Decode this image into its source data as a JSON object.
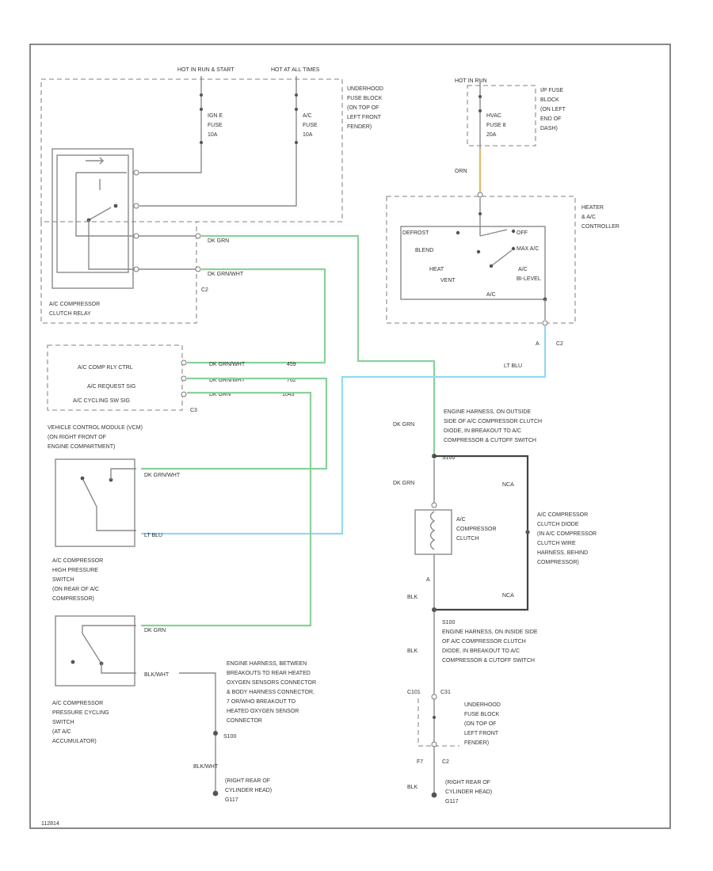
{
  "diagram": {
    "power": {
      "hot_run_start": "HOT IN RUN & START",
      "hot_at_all_times": "HOT AT ALL TIMES",
      "hot_in_run": "HOT IN RUN",
      "ignition_fuse_line1": "IGN E",
      "ignition_fuse_line2": "FUSE",
      "ignition_fuse_rating": "10A",
      "ac_fuse_line1": "A/C",
      "ac_fuse_line2": "FUSE",
      "ac_fuse_rating": "10A",
      "hvac_fuse_line1": "HVAC",
      "hvac_fuse_line2": "FUSE 8",
      "hvac_fuse_rating": "20A"
    },
    "underhood_block_top": [
      "UNDERHOOD",
      "FUSE BLOCK",
      "(ON TOP OF",
      "LEFT FRONT",
      "FENDER)"
    ],
    "ip_fuse_block": [
      "I/P FUSE",
      "BLOCK",
      "(ON LEFT",
      "END OF",
      "DASH)"
    ],
    "heater_controller": {
      "label": [
        "HEATER",
        "& A/C",
        "CONTROLLER"
      ],
      "defrost": "DEFROST",
      "blend": "BLEND",
      "heat": "HEAT",
      "vent": "VENT",
      "off": "OFF",
      "max_ac": "MAX A/C",
      "ac_bi_level": "A/C",
      "bi_level": "BI-LEVEL",
      "ac": "A/C",
      "connector": "C2",
      "pin": "A"
    },
    "relay": {
      "label": [
        "A/C COMPRESSOR",
        "CLUTCH RELAY"
      ],
      "connector": "C2",
      "wire1_label": "DK GRN",
      "wire2_label": "DK GRN/WHT"
    },
    "vcm": {
      "pin1_label": "A/C COMP RLY CTRL",
      "pin2_label": "A/C REQUEST SIG",
      "pin3_label": "A/C CYCLING SW SIG",
      "wire1": "DK GRN/WHT",
      "wire1_circ": "459",
      "wire2": "DK GRN/WHT",
      "wire2_circ": "762",
      "wire3": "DK GRN",
      "wire3_circ": "1043",
      "connector": "C3",
      "label": [
        "VEHICLE CONTROL MODULE (VCM)",
        "(ON RIGHT FRONT OF",
        "ENGINE COMPARTMENT)"
      ]
    },
    "high_pressure_switch": {
      "wire_top": "DK GRN/WHT",
      "wire_bottom": "LT BLU",
      "label": [
        "A/C COMPRESSOR",
        "HIGH PRESSURE",
        "SWITCH",
        "(ON REAR OF A/C",
        "COMPRESSOR)"
      ]
    },
    "cycling_switch": {
      "wire_top": "DK GRN",
      "wire_bottom": "BLK/WHT",
      "label": [
        "A/C COMPRESSOR",
        "PRESSURE CYCLING",
        "SWITCH",
        "(AT A/C",
        "ACCUMULATOR)"
      ]
    },
    "harness_left": {
      "note": [
        "ENGINE HARNESS, BETWEEN",
        "BREAKOUTS TO REAR HEATED",
        "OXYGEN SENSORS CONNECTOR",
        "& BODY HARNESS CONNECTOR,",
        "7 OR/WHO BREAKOUT TO",
        "HEATED OXYGEN SENSOR",
        "CONNECTOR"
      ],
      "splice": "S100",
      "wire": "BLK/WHT",
      "ground": [
        "(RIGHT REAR OF",
        "CYLINDER HEAD)"
      ],
      "ground_id": "G117"
    },
    "clutch_area": {
      "harness_note": [
        "ENGINE HARNESS, ON OUTSIDE",
        "SIDE OF A/C COMPRESSOR CLUTCH",
        "DIODE, IN BREAKOUT TO A/C",
        "COMPRESSOR & CUTOFF SWITCH"
      ],
      "splice_top": "S100",
      "wire_top": "DK GRN",
      "wire_mid": "DK GRN",
      "clutch_label": [
        "A/C",
        "COMPRESSOR",
        "CLUTCH"
      ],
      "diode_label": [
        "A/C COMPRESSOR",
        "CLUTCH DIODE",
        "(IN A/C COMPRESSOR",
        "CLUTCH WIRE",
        "HARNESS, BEHIND",
        "COMPRESSOR)"
      ],
      "node_top": "NCA",
      "node_bottom": "NCA",
      "pin_a": "A",
      "wire_low": "BLK",
      "splice_low": "S100",
      "harness_note_2": [
        "ENGINE HARNESS, ON INSIDE SIDE",
        "OF A/C COMPRESSOR CLUTCH",
        "DIODE, IN BREAKOUT TO A/C",
        "COMPRESSOR & CUTOFF SWITCH"
      ],
      "wire_low2": "BLK",
      "connector_top": "C101",
      "connector_top2": "C31",
      "underhood_label": [
        "UNDERHOOD",
        "FUSE BLOCK",
        "(ON TOP OF",
        "LEFT FRONT",
        "FENDER)"
      ],
      "pin_c": "F7",
      "connector_c": "C2",
      "wire_ground": "BLK",
      "ground": [
        "(RIGHT REAR OF",
        "CYLINDER HEAD)"
      ],
      "ground_id": "G117"
    },
    "ip_wire": "ORN",
    "lt_blu": "LT BLU",
    "footer_code": "112814",
    "colors": {
      "green_wire": "#88d29a",
      "blue_wire": "#92d9f2",
      "orange_wire": "#e0c078",
      "line": "#8a8a8a"
    }
  }
}
